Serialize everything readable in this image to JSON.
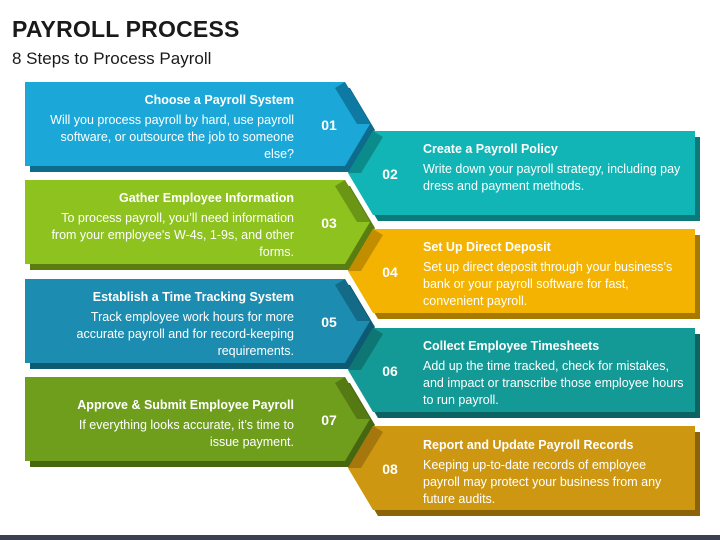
{
  "title": "PAYROLL PROCESS",
  "subtitle": "8 Steps to Process Payroll",
  "steps": [
    {
      "num": "01",
      "title": "Choose a Payroll System",
      "desc": "Will you process payroll by hard, use payroll software, or outsource the job to someone else?",
      "color": "#1BA8D8"
    },
    {
      "num": "02",
      "title": "Create a Payroll Policy",
      "desc": "Write down your payroll strategy, including pay dress and payment methods.",
      "color": "#12B5B5"
    },
    {
      "num": "03",
      "title": "Gather Employee Information",
      "desc": "To process payroll, you’ll need information from your employee's W-4s, 1-9s, and other forms.",
      "color": "#8DC21F"
    },
    {
      "num": "04",
      "title": "Set Up Direct Deposit",
      "desc": "Set up direct deposit through your business’s bank or your payroll software for fast, convenient payroll.",
      "color": "#F3B300"
    },
    {
      "num": "05",
      "title": "Establish a Time Tracking System",
      "desc": "Track employee work hours for more accurate payroll and for record-keeping requirements.",
      "color": "#1C8DB0"
    },
    {
      "num": "06",
      "title": "Collect Employee Timesheets",
      "desc": "Add up the time tracked, check for mistakes, and impact or transcribe those employee hours to run payroll.",
      "color": "#139A96"
    },
    {
      "num": "07",
      "title": "Approve & Submit Employee Payroll",
      "desc": "If everything looks accurate, it’s time to issue payment.",
      "color": "#6E9E1C"
    },
    {
      "num": "08",
      "title": "Report and Update Payroll Records",
      "desc": "Keeping up-to-date records of employee payroll may protect your business from any future audits.",
      "color": "#CE9712"
    }
  ]
}
